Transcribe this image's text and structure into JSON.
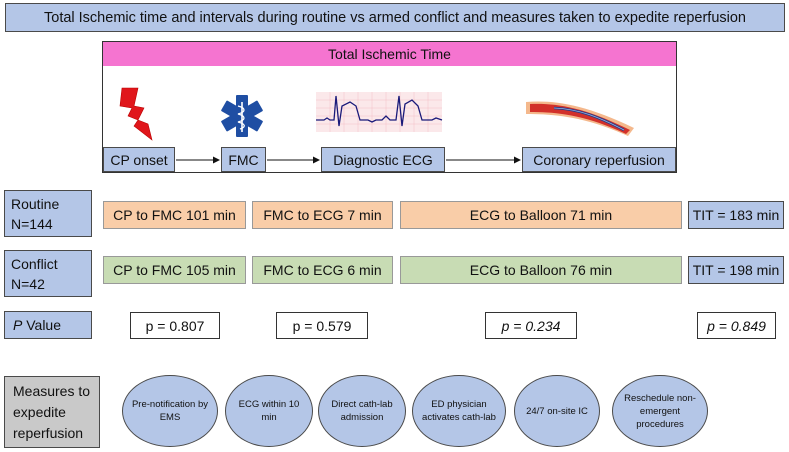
{
  "title": "Total Ischemic time and intervals during routine vs armed conflict and measures taken to expedite reperfusion",
  "tit_header": "Total Ischemic Time",
  "steps": [
    "CP onset",
    "FMC",
    "Diagnostic ECG",
    "Coronary reperfusion"
  ],
  "routine": {
    "label_line1": "Routine",
    "label_line2": "N=144",
    "segments": [
      "CP to FMC 101 min",
      "FMC to ECG 7 min",
      "ECG to Balloon 71 min"
    ],
    "tit": "TIT = 183 min"
  },
  "conflict": {
    "label_line1": "Conflict",
    "label_line2": "N=42",
    "segments": [
      "CP to FMC 105 min",
      "FMC to ECG 6 min",
      "ECG to Balloon 76 min"
    ],
    "tit": "TIT = 198 min"
  },
  "pvalue": {
    "label_p": "P",
    "label_rest": " Value",
    "values": [
      "p = 0.807",
      "p = 0.579",
      "p = 0.234",
      "p = 0.849"
    ]
  },
  "measures": {
    "label_line1": "Measures to",
    "label_line2": "expedite",
    "label_line3": "reperfusion",
    "items": [
      "Pre-notification by EMS",
      "ECG within 10 min",
      "Direct cath-lab admission",
      "ED physician activates cath-lab",
      "24/7 on-site IC",
      "Reschedule non-emergent procedures"
    ]
  },
  "colors": {
    "blue_fill": "#b4c6e7",
    "pink_header": "#f574d0",
    "orange": "#f9cda8",
    "green": "#c8dcb4",
    "grey": "#c9c9c9"
  },
  "icons": [
    "lightning-bolt-icon",
    "star-of-life-icon",
    "ecg-trace-icon",
    "artery-stent-icon"
  ]
}
